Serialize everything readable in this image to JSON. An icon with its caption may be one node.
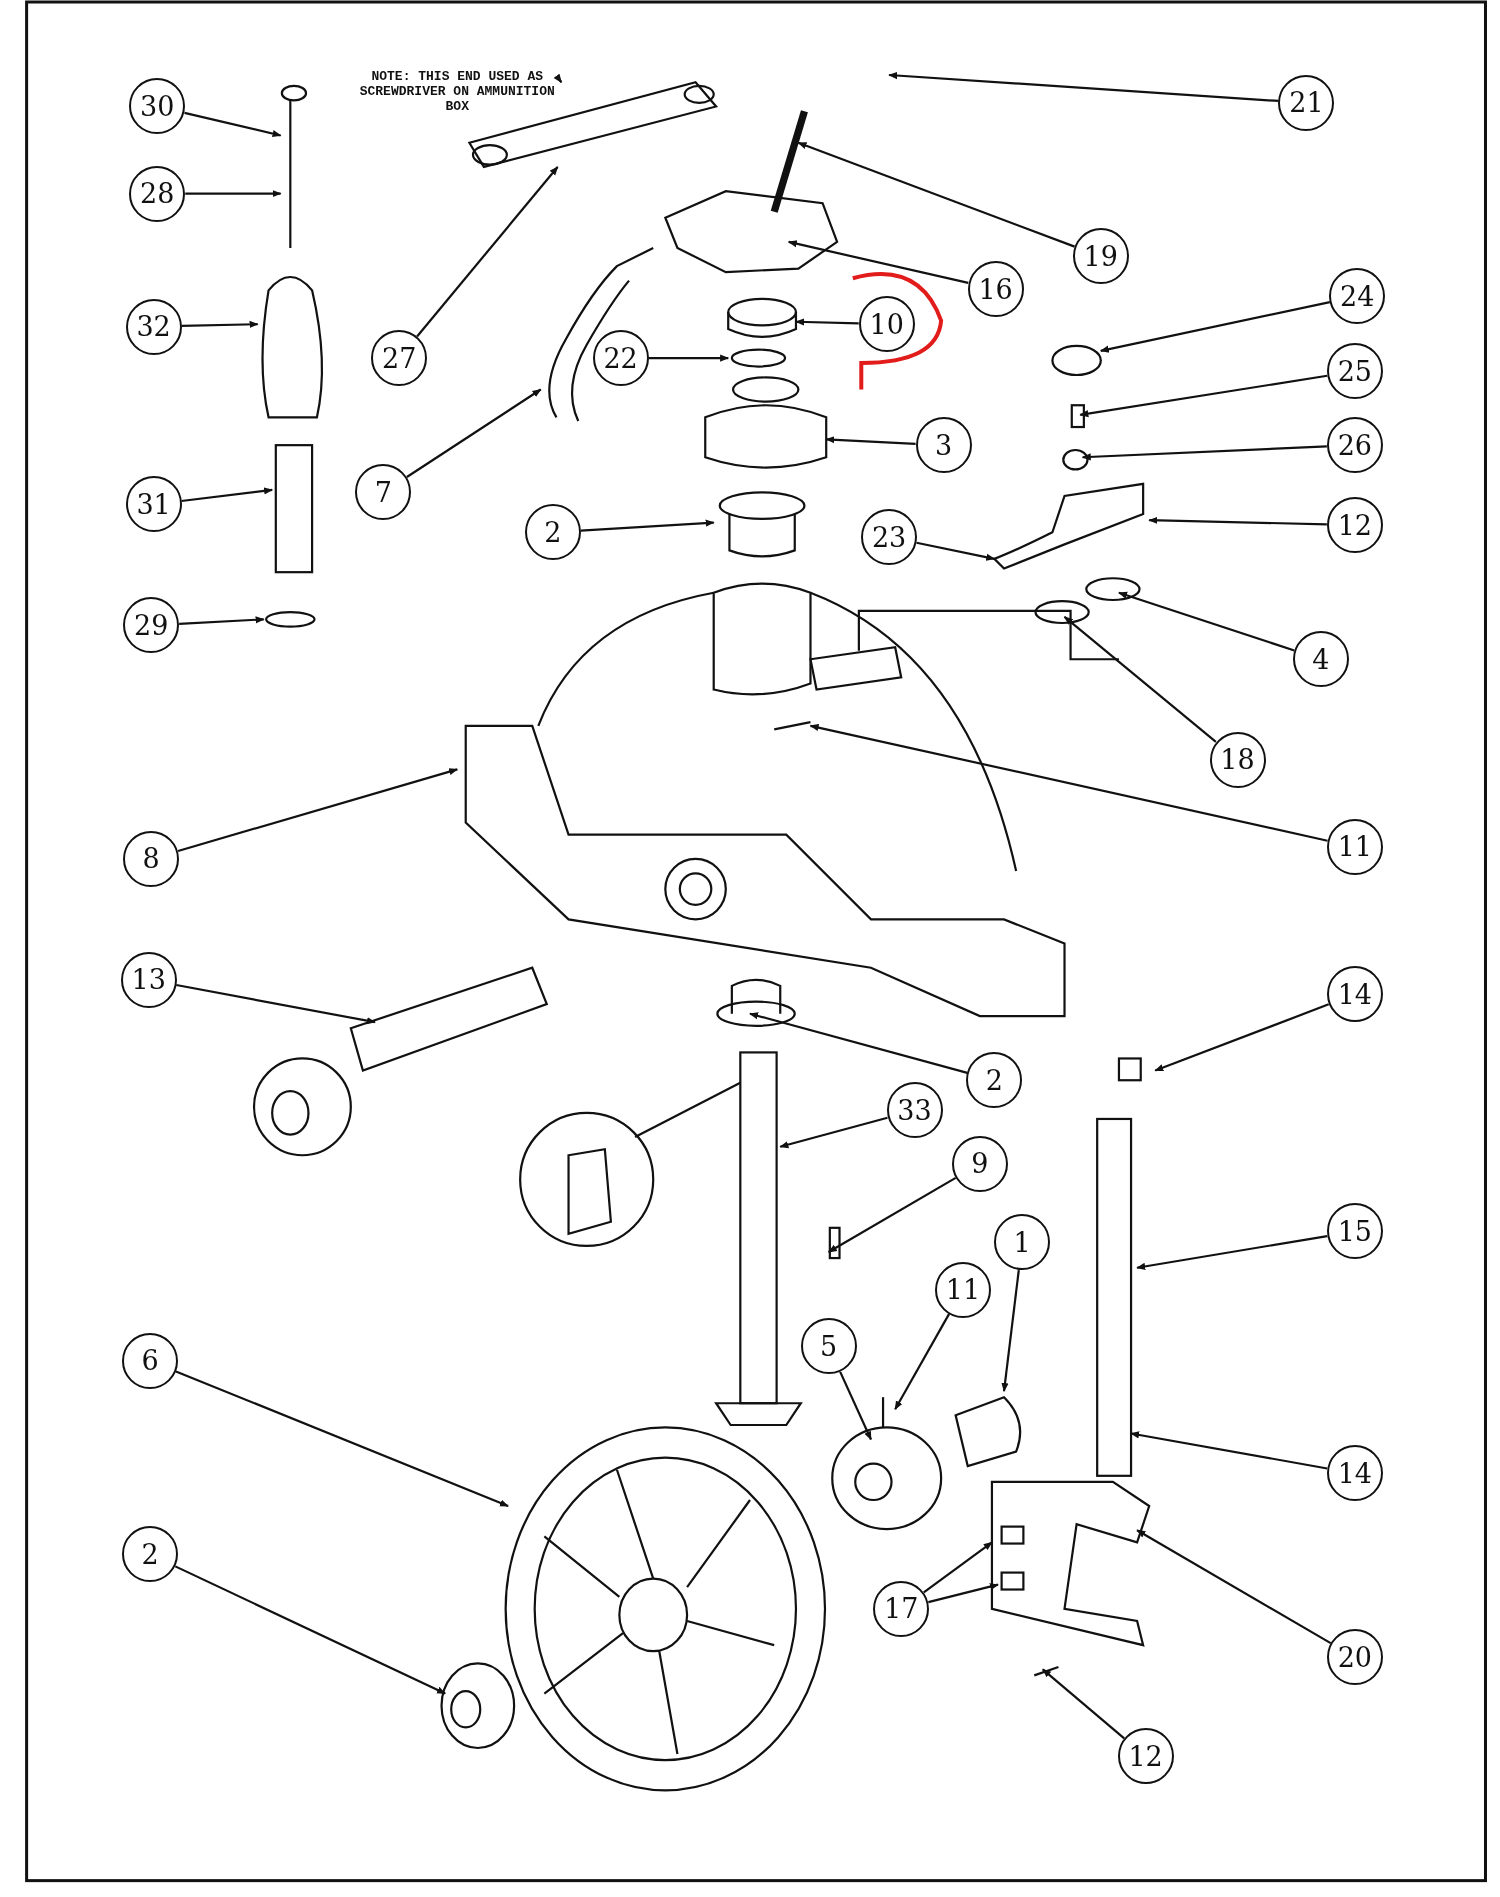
{
  "diagram": {
    "nodes": [
      {
        "text": [
          "NOTE: THIS END USED AS SCREWDRIVER ON AMMUNITION BOX"
        ]
      },
      {
        "text": [
          "21"
        ]
      },
      {
        "text": [
          "30"
        ]
      },
      {
        "text": [
          "28"
        ]
      },
      {
        "text": [
          "19"
        ]
      },
      {
        "text": [
          "16"
        ]
      },
      {
        "text": [
          "24"
        ]
      },
      {
        "text": [
          "10"
        ]
      },
      {
        "text": [
          "32"
        ]
      },
      {
        "text": [
          "22"
        ]
      },
      {
        "text": [
          "27"
        ]
      },
      {
        "text": [
          "25"
        ]
      },
      {
        "text": [
          "3"
        ]
      },
      {
        "text": [
          "26"
        ]
      },
      {
        "text": [
          "7"
        ]
      },
      {
        "text": [
          "31"
        ]
      },
      {
        "text": [
          "12"
        ]
      },
      {
        "text": [
          "2"
        ]
      },
      {
        "text": [
          "23"
        ]
      },
      {
        "text": [
          "29"
        ]
      },
      {
        "text": [
          "4"
        ]
      },
      {
        "text": [
          "18"
        ]
      },
      {
        "text": [
          "11"
        ]
      },
      {
        "text": [
          "8"
        ]
      },
      {
        "text": [
          "13"
        ]
      },
      {
        "text": [
          "14"
        ]
      },
      {
        "text": [
          "2"
        ]
      },
      {
        "text": [
          "33"
        ]
      },
      {
        "text": [
          "9"
        ]
      },
      {
        "text": [
          "15"
        ]
      },
      {
        "text": [
          "1"
        ]
      },
      {
        "text": [
          "11"
        ]
      },
      {
        "text": [
          "5"
        ]
      },
      {
        "text": [
          "6"
        ]
      },
      {
        "text": [
          "14"
        ]
      },
      {
        "text": [
          "2"
        ]
      },
      {
        "text": [
          "17"
        ]
      },
      {
        "text": [
          "20"
        ]
      },
      {
        "text": [
          "12"
        ]
      },
      {
        "text": [],
        "shape": "picture"
      },
      {
        "text": [],
        "shape": "picture"
      }
    ],
    "edges": [
      {
        "from": 0,
        "to": 39,
        "arrow": "to"
      },
      {
        "from": 1,
        "to": null,
        "arrow": "to"
      },
      {
        "from": 2,
        "to": null,
        "arrow": "to"
      },
      {
        "from": 3,
        "to": null,
        "arrow": "to"
      },
      {
        "from": 4,
        "to": null,
        "arrow": "to"
      },
      {
        "from": 5,
        "to": null,
        "arrow": "to"
      },
      {
        "from": 6,
        "to": null,
        "arrow": "to"
      },
      {
        "from": 7,
        "to": null,
        "arrow": "to"
      },
      {
        "from": 8,
        "to": null,
        "arrow": "to"
      },
      {
        "from": 9,
        "to": null,
        "arrow": "to"
      },
      {
        "from": 10,
        "to": 39,
        "arrow": "to"
      },
      {
        "from": 11,
        "to": null,
        "arrow": "to"
      },
      {
        "from": 12,
        "to": 40,
        "arrow": "to"
      },
      {
        "from": 13,
        "to": null,
        "arrow": "to"
      },
      {
        "from": 14,
        "to": null,
        "arrow": "to"
      },
      {
        "from": 15,
        "to": null,
        "arrow": "to"
      },
      {
        "from": 16,
        "to": null,
        "arrow": "to"
      },
      {
        "from": 17,
        "to": null,
        "arrow": "to"
      },
      {
        "from": 18,
        "to": null,
        "arrow": "to"
      },
      {
        "from": 19,
        "to": null,
        "arrow": "to"
      },
      {
        "from": 20,
        "to": null,
        "arrow": "to"
      },
      {
        "from": 21,
        "to": null,
        "arrow": "to"
      },
      {
        "from": 22,
        "to": null,
        "arrow": "to"
      },
      {
        "from": 23,
        "to": null,
        "arrow": "to"
      },
      {
        "from": 24,
        "to": null,
        "arrow": "to"
      },
      {
        "from": 25,
        "to": null,
        "arrow": "to"
      },
      {
        "from": 26,
        "to": null,
        "arrow": "to"
      },
      {
        "from": 27,
        "to": null,
        "arrow": "to"
      },
      {
        "from": 28,
        "to": null,
        "arrow": "to"
      },
      {
        "from": 29,
        "to": null,
        "arrow": "to"
      },
      {
        "from": 30,
        "to": null,
        "arrow": "to"
      },
      {
        "from": 31,
        "to": null,
        "arrow": "to"
      },
      {
        "from": 32,
        "to": null,
        "arrow": "to"
      },
      {
        "from": 33,
        "to": null,
        "arrow": "to"
      },
      {
        "from": 34,
        "to": null,
        "arrow": "to"
      },
      {
        "from": 35,
        "to": null,
        "arrow": "to"
      },
      {
        "from": 36,
        "to": null,
        "arrow": "to"
      },
      {
        "from": 36,
        "to": null,
        "arrow": "to"
      },
      {
        "from": 37,
        "to": null,
        "arrow": "to"
      },
      {
        "from": 38,
        "to": null,
        "arrow": "to"
      }
    ]
  }
}
